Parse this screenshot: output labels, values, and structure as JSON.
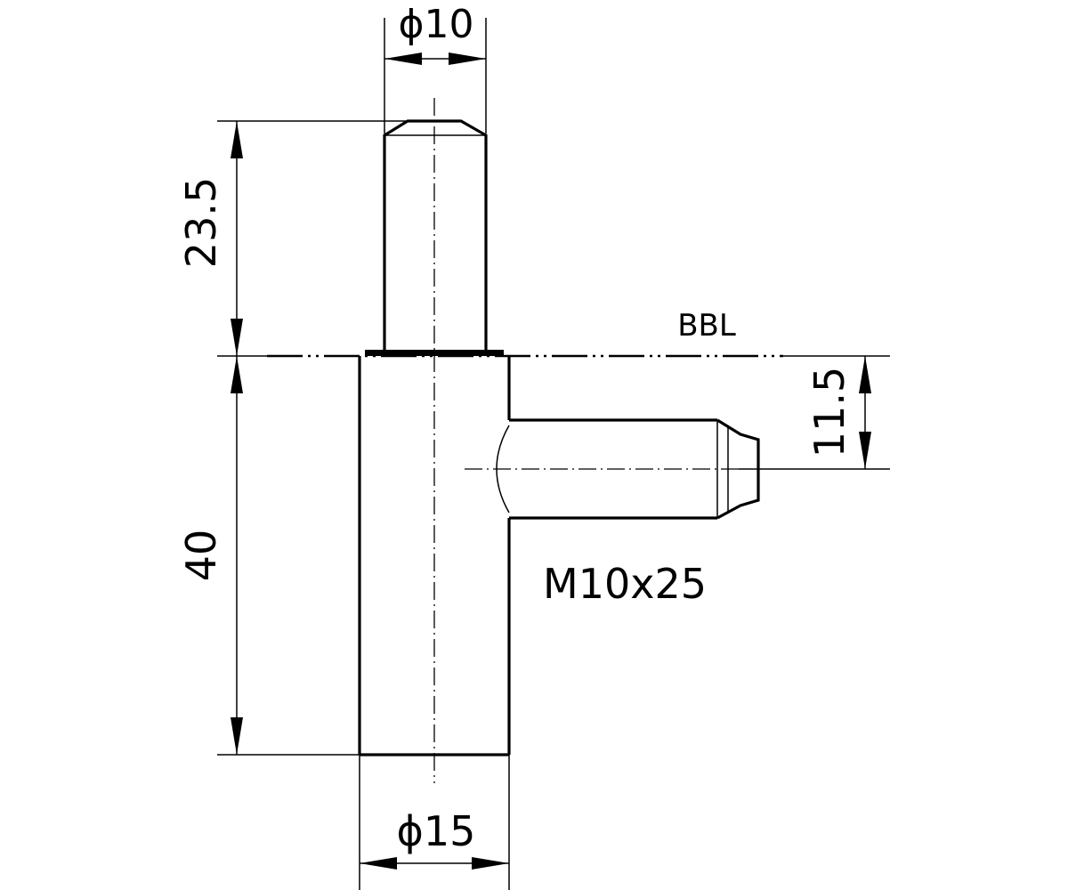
{
  "labels": {
    "pin_diameter": "ϕ10",
    "pin_length": "23.5",
    "body_length": "40",
    "body_diameter": "ϕ15",
    "thread_offset": "11.5",
    "thread_spec": "M10x25",
    "reference_line": "BBL"
  }
}
